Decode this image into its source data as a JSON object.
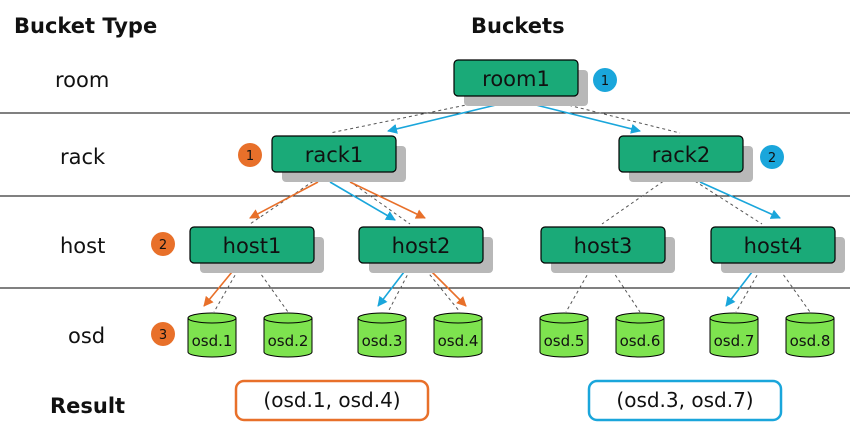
{
  "headers": {
    "bucket_type": "Bucket Type",
    "buckets": "Buckets"
  },
  "levels": [
    "room",
    "rack",
    "host",
    "osd"
  ],
  "result_label": "Result",
  "nodes": {
    "room1": "room1",
    "rack1": "rack1",
    "rack2": "rack2",
    "host1": "host1",
    "host2": "host2",
    "host3": "host3",
    "host4": "host4"
  },
  "osds": [
    "osd.1",
    "osd.2",
    "osd.3",
    "osd.4",
    "osd.5",
    "osd.6",
    "osd.7",
    "osd.8"
  ],
  "badges": {
    "blue": [
      "1",
      "2"
    ],
    "orange": [
      "1",
      "2",
      "3"
    ]
  },
  "results": {
    "orange": "(osd.1, osd.4)",
    "blue": "(osd.3, osd.7)"
  },
  "colors": {
    "node_fill": "#1aaa78",
    "shadow": "#b8b8b8",
    "osd_fill": "#7ee34f",
    "orange": "#e8702a",
    "blue": "#1aa6db",
    "separator": "#000000"
  }
}
